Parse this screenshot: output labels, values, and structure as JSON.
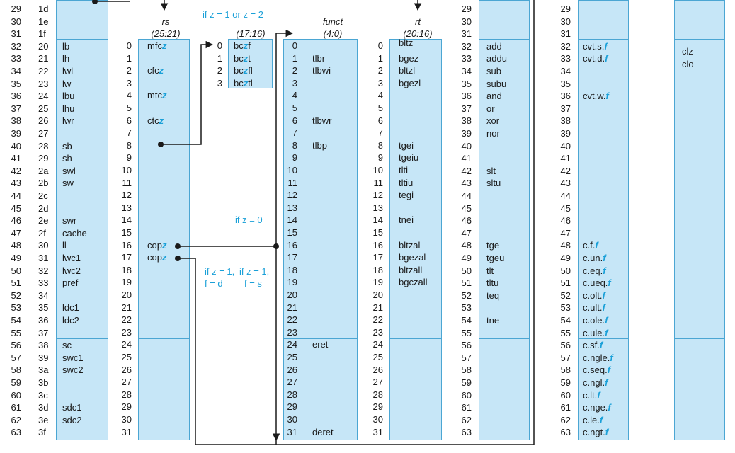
{
  "colors": {
    "panel": "#c6e6f7",
    "panel_border": "#4ba6d3",
    "accent": "#1aa0d8",
    "ink": "#1a1a1a"
  },
  "headers": {
    "rs": {
      "name": "rs",
      "bits": "(25:21)"
    },
    "bc": {
      "bits": "(17:16)"
    },
    "funct": {
      "name": "funct",
      "bits": "(4:0)"
    },
    "rt": {
      "name": "rt",
      "bits": "(20:16)"
    }
  },
  "notes": {
    "z12": "if z = 1 or z = 2",
    "z0": "if z = 0",
    "f1": "if z = 1,",
    "f1b": "f = d",
    "f2": "if z = 1,",
    "f2b": "f = s"
  },
  "rows_decimal": [
    "29",
    "30",
    "31",
    "32",
    "33",
    "34",
    "35",
    "36",
    "37",
    "38",
    "39",
    "40",
    "41",
    "42",
    "43",
    "44",
    "45",
    "46",
    "47",
    "48",
    "49",
    "50",
    "51",
    "52",
    "53",
    "54",
    "55",
    "56",
    "57",
    "58",
    "59",
    "60",
    "61",
    "62",
    "63"
  ],
  "rows_hex": [
    "1d",
    "1e",
    "1f",
    "20",
    "21",
    "22",
    "23",
    "24",
    "25",
    "26",
    "27",
    "28",
    "29",
    "2a",
    "2b",
    "2c",
    "2d",
    "2e",
    "2f",
    "30",
    "31",
    "32",
    "33",
    "34",
    "35",
    "36",
    "37",
    "38",
    "39",
    "3a",
    "3b",
    "3c",
    "3d",
    "3e",
    "3f"
  ],
  "op_labels": [
    "",
    "",
    "",
    "lb",
    "lh",
    "lwl",
    "lw",
    "lbu",
    "lhu",
    "lwr",
    "",
    "sb",
    "sh",
    "swl",
    "sw",
    "",
    "",
    "swr",
    "cache",
    "ll",
    "lwc1",
    "lwc2",
    "pref",
    "",
    "ldc1",
    "ldc2",
    "",
    "sc",
    "swc1",
    "swc2",
    "",
    "",
    "sdc1",
    "sdc2",
    ""
  ],
  "index_0_31": [
    "0",
    "1",
    "2",
    "3",
    "4",
    "5",
    "6",
    "7",
    "8",
    "9",
    "10",
    "11",
    "12",
    "13",
    "14",
    "15",
    "16",
    "17",
    "18",
    "19",
    "20",
    "21",
    "22",
    "23",
    "24",
    "25",
    "26",
    "27",
    "28",
    "29",
    "30",
    "31"
  ],
  "rs_labels": [
    {
      "p": "mfc",
      "s": "z"
    },
    {
      "p": "",
      "s": ""
    },
    {
      "p": "cfc",
      "s": "z"
    },
    {
      "p": "",
      "s": ""
    },
    {
      "p": "mtc",
      "s": "z"
    },
    {
      "p": "",
      "s": ""
    },
    {
      "p": "ctc",
      "s": "z"
    },
    {
      "p": "",
      "s": ""
    },
    {
      "p": "",
      "s": ""
    },
    {
      "p": "",
      "s": ""
    },
    {
      "p": "",
      "s": ""
    },
    {
      "p": "",
      "s": ""
    },
    {
      "p": "",
      "s": ""
    },
    {
      "p": "",
      "s": ""
    },
    {
      "p": "",
      "s": ""
    },
    {
      "p": "",
      "s": ""
    },
    {
      "p": "cop",
      "s": "z"
    },
    {
      "p": "cop",
      "s": "z"
    }
  ],
  "bc_index": [
    "0",
    "1",
    "2",
    "3"
  ],
  "bc_labels": [
    {
      "a": "bc",
      "z": "z",
      "b": "f"
    },
    {
      "a": "bc",
      "z": "z",
      "b": "t"
    },
    {
      "a": "bc",
      "z": "z",
      "b": "fl"
    },
    {
      "a": "bc",
      "z": "z",
      "b": "tl"
    }
  ],
  "funct_labels": [
    "",
    "tlbr",
    "tlbwi",
    "",
    "",
    "",
    "tlbwr",
    "",
    "tlbp",
    "",
    "",
    "",
    "",
    "",
    "",
    "",
    "",
    "",
    "",
    "",
    "",
    "",
    "",
    "",
    "eret",
    "",
    "",
    "",
    "",
    "",
    "",
    "deret"
  ],
  "rt_labels": [
    "bltz",
    "bgez",
    "bltzl",
    "bgezl",
    "",
    "",
    "",
    "",
    "tgei",
    "tgeiu",
    "tlti",
    "tltiu",
    "tegi",
    "",
    "tnei",
    "",
    "bltzal",
    "bgezal",
    "bltzall",
    "bgczall",
    "",
    "",
    "",
    "",
    "",
    "",
    "",
    "",
    "",
    "",
    "",
    ""
  ],
  "funct2_index": [
    "29",
    "30",
    "31",
    "32",
    "33",
    "34",
    "35",
    "36",
    "37",
    "38",
    "39",
    "40",
    "41",
    "42",
    "43",
    "44",
    "45",
    "46",
    "47",
    "48",
    "49",
    "50",
    "51",
    "52",
    "53",
    "54",
    "55",
    "56",
    "57",
    "58",
    "59",
    "60",
    "61",
    "62",
    "63"
  ],
  "funct2_labels": [
    "",
    "",
    "",
    "add",
    "addu",
    "sub",
    "subu",
    "and",
    "or",
    "xor",
    "nor",
    "",
    "",
    "slt",
    "sltu",
    "",
    "",
    "",
    "",
    "tge",
    "tgeu",
    "tlt",
    "tltu",
    "teq",
    "",
    "tne",
    "",
    "",
    "",
    "",
    "",
    "",
    "",
    "",
    ""
  ],
  "fp_index": [
    "29",
    "30",
    "31",
    "32",
    "33",
    "34",
    "35",
    "36",
    "37",
    "38",
    "39",
    "40",
    "41",
    "42",
    "43",
    "44",
    "45",
    "46",
    "47",
    "48",
    "49",
    "50",
    "51",
    "52",
    "53",
    "54",
    "55",
    "56",
    "57",
    "58",
    "59",
    "60",
    "61",
    "62",
    "63"
  ],
  "fp_labels": [
    {
      "p": "",
      "s": ""
    },
    {
      "p": "",
      "s": ""
    },
    {
      "p": "",
      "s": ""
    },
    {
      "p": "cvt.s.",
      "s": "f"
    },
    {
      "p": "cvt.d.",
      "s": "f"
    },
    {
      "p": "",
      "s": ""
    },
    {
      "p": "",
      "s": ""
    },
    {
      "p": "cvt.w.",
      "s": "f"
    },
    {
      "p": "",
      "s": ""
    },
    {
      "p": "",
      "s": ""
    },
    {
      "p": "",
      "s": ""
    },
    {
      "p": "",
      "s": ""
    },
    {
      "p": "",
      "s": ""
    },
    {
      "p": "",
      "s": ""
    },
    {
      "p": "",
      "s": ""
    },
    {
      "p": "",
      "s": ""
    },
    {
      "p": "",
      "s": ""
    },
    {
      "p": "",
      "s": ""
    },
    {
      "p": "",
      "s": ""
    },
    {
      "p": "c.f.",
      "s": "f"
    },
    {
      "p": "c.un.",
      "s": "f"
    },
    {
      "p": "c.eq.",
      "s": "f"
    },
    {
      "p": "c.ueq.",
      "s": "f"
    },
    {
      "p": "c.olt.",
      "s": "f"
    },
    {
      "p": "c.ult.",
      "s": "f"
    },
    {
      "p": "c.ole.",
      "s": "f"
    },
    {
      "p": "c.ule.",
      "s": "f"
    },
    {
      "p": "c.sf.",
      "s": "f"
    },
    {
      "p": "c.ngle.",
      "s": "f"
    },
    {
      "p": "c.seq.",
      "s": "f"
    },
    {
      "p": "c.ngl.",
      "s": "f"
    },
    {
      "p": "c.lt.",
      "s": "f"
    },
    {
      "p": "c.nge.",
      "s": "f"
    },
    {
      "p": "c.le.",
      "s": "f"
    },
    {
      "p": "c.ngt.",
      "s": "f"
    }
  ],
  "right_labels": [
    "clz",
    "clo"
  ]
}
